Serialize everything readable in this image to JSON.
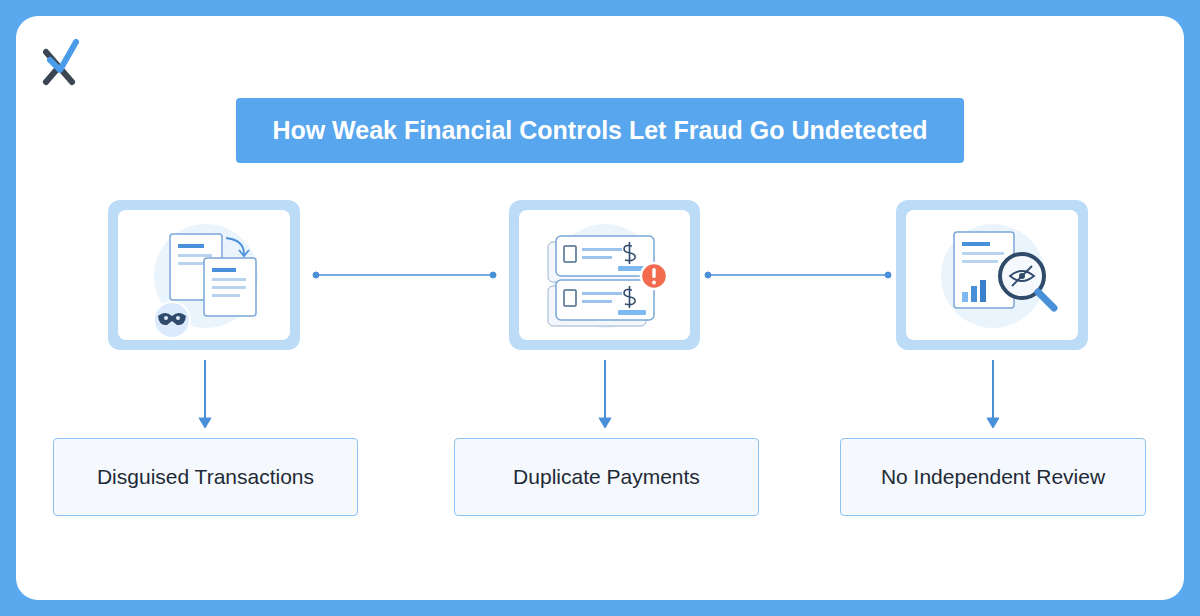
{
  "diagram": {
    "title": "How Weak Financial Controls Let Fraud Go Undetected",
    "nodes": [
      {
        "text": [
          "Disguised Transactions"
        ]
      },
      {
        "text": [
          "Duplicate Payments"
        ]
      },
      {
        "text": [
          "No Independent Review"
        ]
      }
    ]
  }
}
